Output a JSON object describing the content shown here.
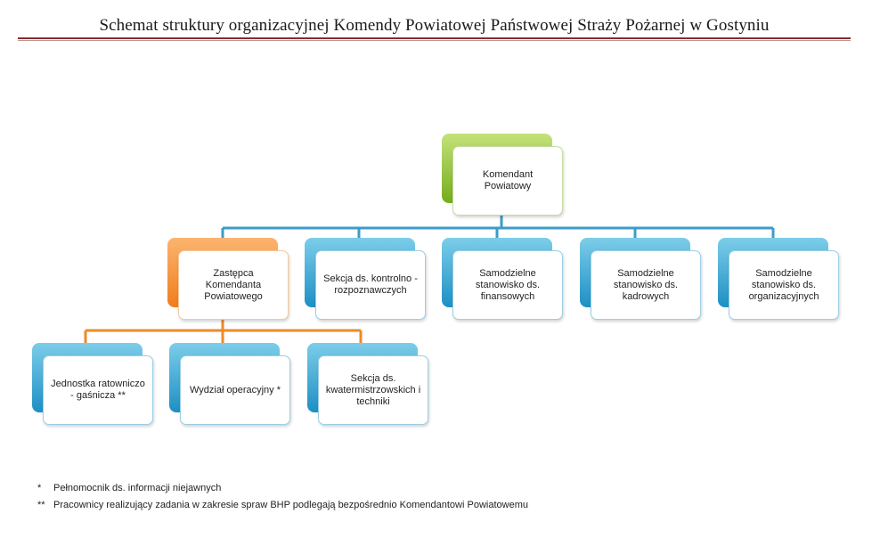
{
  "title": "Schemat  struktury organizacyjnej Komendy Powiatowej Państwowej Straży Pożarnej w Gostyniu",
  "colors": {
    "connector_blue": "#3d9bc9",
    "connector_orange": "#ec8a2c",
    "rule": "#8a2a2a"
  },
  "nodes": {
    "komendant": "Komendant Powiatowy",
    "zastepca": "Zastępca Komendanta Powiatowego",
    "kontrolno": "Sekcja ds. kontrolno - rozpoznawczych",
    "finansowe": "Samodzielne stanowisko ds. finansowych",
    "kadrowe": "Samodzielne stanowisko ds. kadrowych",
    "organizacyjne": "Samodzielne stanowisko ds. organizacyjnych",
    "jrg": "Jednostka ratowniczo - gaśnicza **",
    "operacyjny": "Wydział operacyjny *",
    "kwatermistrzowskie": "Sekcja ds. kwatermistrzowskich i techniki"
  },
  "footnotes": [
    {
      "mark": "*",
      "text": "Pełnomocnik ds. informacji niejawnych"
    },
    {
      "mark": "**",
      "text": "Pracownicy realizujący zadania w zakresie spraw BHP podlegają bezpośrednio Komendantowi Powiatowemu"
    }
  ]
}
